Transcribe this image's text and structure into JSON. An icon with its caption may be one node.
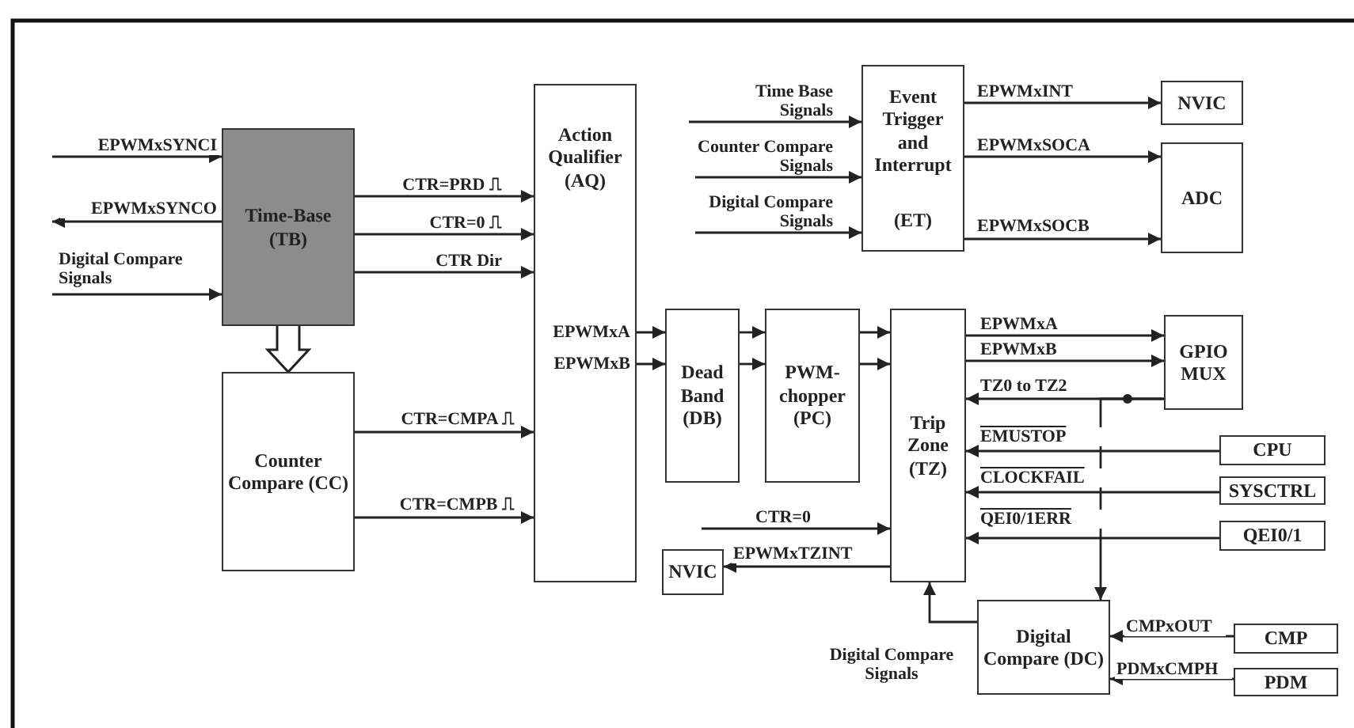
{
  "diagram": {
    "nodes": [
      {
        "text": [
          "Time-Base (TB)"
        ]
      },
      {
        "text": [
          "Counter Compare (CC)"
        ]
      },
      {
        "text": [
          "Action Qualifier (AQ)",
          "EPWMxA",
          "EPWMxB"
        ]
      },
      {
        "text": [
          "Event Trigger and Interrupt",
          "(ET)"
        ]
      },
      {
        "text": [
          "NVIC"
        ]
      },
      {
        "text": [
          "ADC"
        ]
      },
      {
        "text": [
          "Dead Band (DB)"
        ]
      },
      {
        "text": [
          "PWM-chopper (PC)"
        ]
      },
      {
        "text": [
          "Trip Zone (TZ)"
        ]
      },
      {
        "text": [
          "GPIO MUX"
        ]
      },
      {
        "text": [
          "CPU"
        ]
      },
      {
        "text": [
          "SYSCTRL"
        ]
      },
      {
        "text": [
          "QEI0/1"
        ]
      },
      {
        "text": [
          "NVIC"
        ]
      },
      {
        "text": [
          "Digital Compare (DC)"
        ]
      },
      {
        "text": [
          "CMP"
        ]
      },
      {
        "text": [
          "PDM"
        ]
      }
    ],
    "edges": [
      {
        "from": null,
        "to": 0,
        "arrow": "to",
        "label": "EPWMxSYNCI"
      },
      {
        "from": 0,
        "to": null,
        "arrow": "to",
        "label": "EPWMxSYNCO"
      },
      {
        "from": null,
        "to": 0,
        "arrow": "to",
        "label": "Digital Compare Signals"
      },
      {
        "from": 0,
        "to": 2,
        "arrow": "to",
        "label": "CTR=PRD ⎍"
      },
      {
        "from": 0,
        "to": 2,
        "arrow": "to",
        "label": "CTR=0 ⎍"
      },
      {
        "from": 0,
        "to": 2,
        "arrow": "to",
        "label": "CTR  Dir"
      },
      {
        "from": 0,
        "to": 1,
        "arrow": "to",
        "style": "thick"
      },
      {
        "from": 1,
        "to": 2,
        "arrow": "to",
        "label": "CTR=CMPA ⎍"
      },
      {
        "from": 1,
        "to": 2,
        "arrow": "to",
        "label": "CTR=CMPB ⎍"
      },
      {
        "from": null,
        "to": 3,
        "arrow": "to",
        "label": "Time Base Signals"
      },
      {
        "from": null,
        "to": 3,
        "arrow": "to",
        "label": "Counter Compare Signals"
      },
      {
        "from": null,
        "to": 3,
        "arrow": "to",
        "label": "Digital Compare Signals"
      },
      {
        "from": 3,
        "to": 4,
        "arrow": "to",
        "label": "EPWMxINT"
      },
      {
        "from": 3,
        "to": 5,
        "arrow": "to",
        "label": "EPWMxSOCA"
      },
      {
        "from": 3,
        "to": 5,
        "arrow": "to",
        "label": "EPWMxSOCB"
      },
      {
        "from": 2,
        "to": 6,
        "arrow": "to"
      },
      {
        "from": 2,
        "to": 6,
        "arrow": "to"
      },
      {
        "from": 6,
        "to": 7,
        "arrow": "to"
      },
      {
        "from": 6,
        "to": 7,
        "arrow": "to"
      },
      {
        "from": 7,
        "to": 8,
        "arrow": "to"
      },
      {
        "from": 7,
        "to": 8,
        "arrow": "to"
      },
      {
        "from": 8,
        "to": 9,
        "arrow": "to",
        "label": "EPWMxA"
      },
      {
        "from": 8,
        "to": 9,
        "arrow": "to",
        "label": "EPWMxB"
      },
      {
        "from": 9,
        "to": 8,
        "arrow": "to",
        "label": "TZ0 to TZ2"
      },
      {
        "from": 9,
        "to": 14,
        "arrow": "to"
      },
      {
        "from": 10,
        "to": 8,
        "arrow": "to",
        "label": "EMUSTOP"
      },
      {
        "from": 11,
        "to": 8,
        "arrow": "to",
        "label": "CLOCKFAIL"
      },
      {
        "from": 12,
        "to": 8,
        "arrow": "to",
        "label": "QEI0/1ERR"
      },
      {
        "from": null,
        "to": 8,
        "arrow": "to",
        "label": "CTR=0"
      },
      {
        "from": 8,
        "to": 13,
        "arrow": "to",
        "label": "EPWMxTZINT"
      },
      {
        "from": 14,
        "to": 8,
        "arrow": "to",
        "label": "Digital Compare Signals"
      },
      {
        "from": 15,
        "to": 14,
        "arrow": "to",
        "label": "CMPxOUT"
      },
      {
        "from": 16,
        "to": 14,
        "arrow": "to",
        "label": "PDMxCMPH"
      }
    ]
  }
}
